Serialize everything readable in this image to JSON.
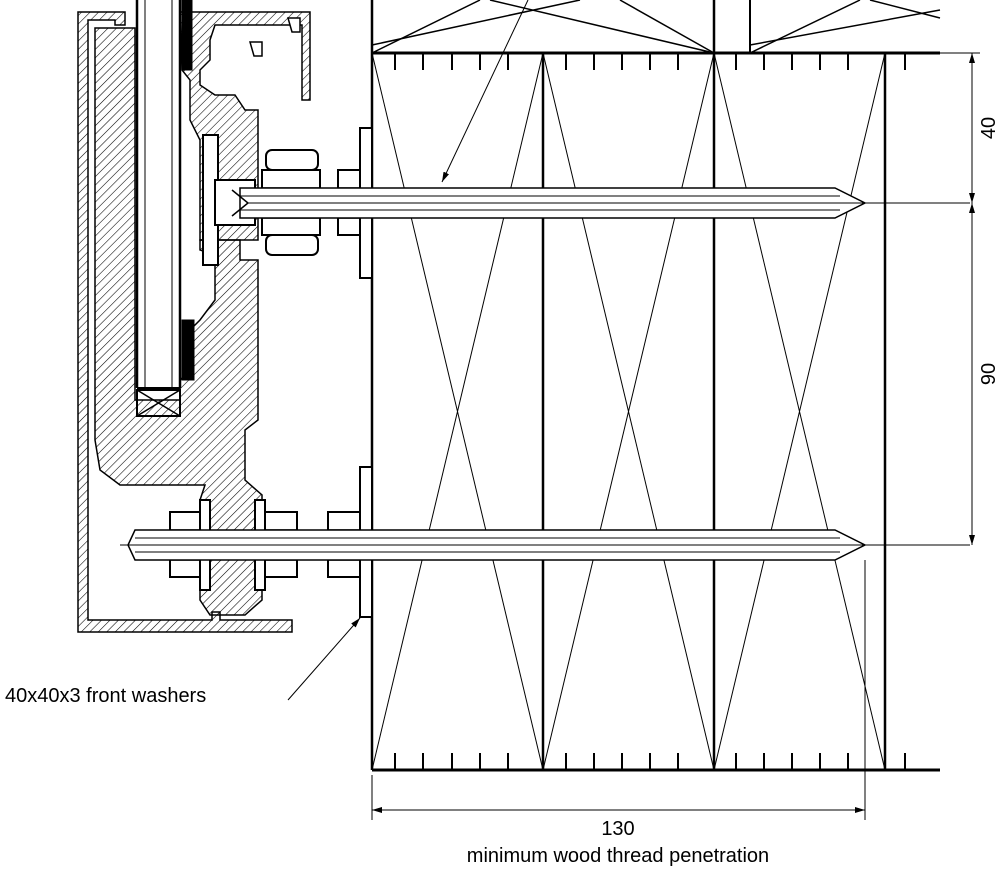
{
  "labels": {
    "washer_callout": "40x40x3 front washers",
    "dim_top": "40",
    "dim_mid": "90",
    "dim_bottom": "130",
    "dim_bottom_note": "minimum wood thread penetration"
  },
  "colors": {
    "line": "#000000",
    "background": "#ffffff"
  }
}
